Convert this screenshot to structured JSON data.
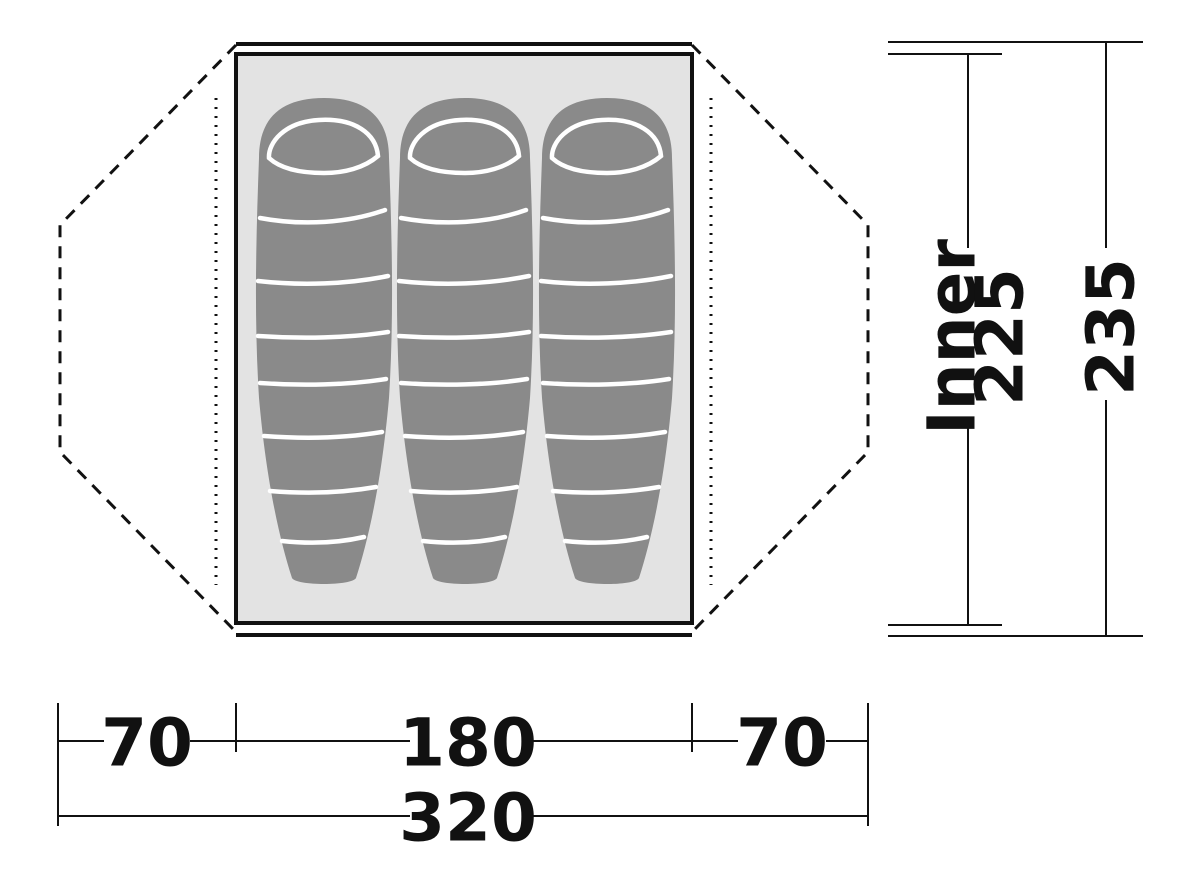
{
  "diagram": {
    "dimensions": {
      "vestibule_left": "70",
      "inner_width": "180",
      "vestibule_right": "70",
      "total_width": "320",
      "inner_label": "Inner",
      "inner_length": "225",
      "total_length": "235"
    },
    "sleeping_bags": 3,
    "colors": {
      "inner_fill": "#e3e3e3",
      "bag_fill": "#8a8a8a",
      "outline": "#111111",
      "background": "#ffffff"
    }
  }
}
